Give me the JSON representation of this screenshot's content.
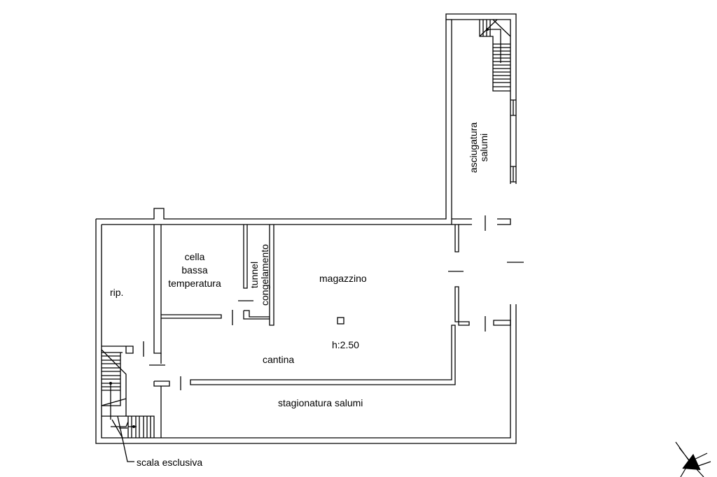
{
  "rooms": {
    "rip": "rip.",
    "cella_line1": "cella",
    "cella_line2": "bassa",
    "cella_line3": "temperatura",
    "tunnel_line1": "tunnel",
    "tunnel_line2": "congelamento",
    "magazzino": "magazzino",
    "height": "h:2.50",
    "cantina": "cantina",
    "stagionatura": "stagionatura salumi",
    "asciugatura_line1": "asciugatura",
    "asciugatura_line2": "salumi"
  },
  "annotations": {
    "scala": "scala esclusiva"
  },
  "icons": {
    "north_arrow": "north-arrow-icon"
  }
}
